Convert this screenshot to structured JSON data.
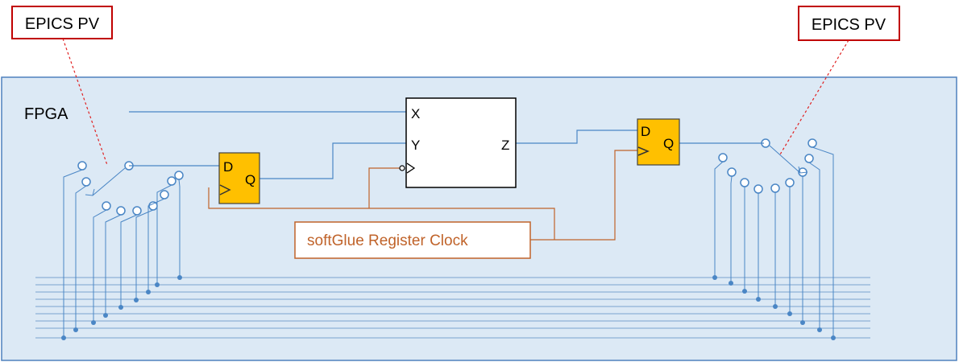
{
  "callouts": {
    "left": "EPICS PV",
    "right": "EPICS PV"
  },
  "fpga_label": "FPGA",
  "logic_block": {
    "input_x": "X",
    "input_y": "Y",
    "output_z": "Z"
  },
  "flipflop_left": {
    "d": "D",
    "q": "Q"
  },
  "flipflop_right": {
    "d": "D",
    "q": "Q"
  },
  "clock_box": "softGlue Register Clock",
  "colors": {
    "fpga_fill": "#dce9f5",
    "fpga_border": "#4f81bd",
    "wire": "#4a86c5",
    "flipflop": "#ffc000",
    "clock": "#c0632a",
    "callout": "#c00000"
  }
}
